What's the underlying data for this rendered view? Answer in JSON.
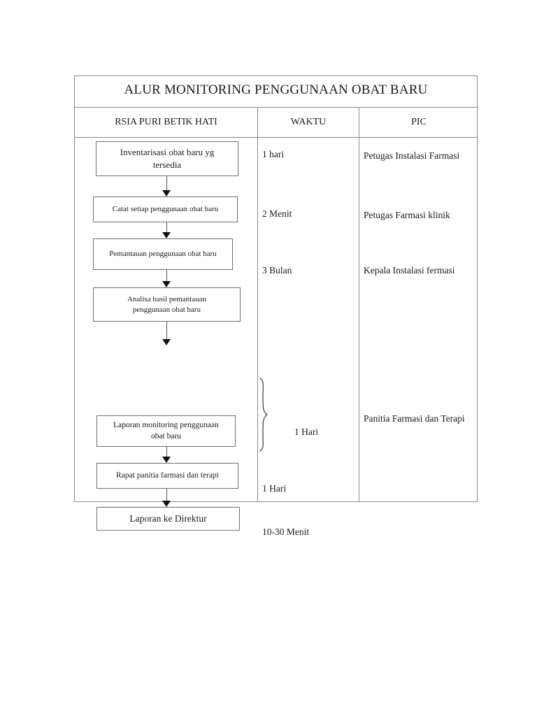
{
  "document": {
    "title": "ALUR MONITORING PENGGUNAAN OBAT BARU",
    "columns": [
      {
        "label": "RSIA PURI BETIK HATI"
      },
      {
        "label": "WAKTU"
      },
      {
        "label": "PIC"
      }
    ]
  },
  "flow": {
    "steps": [
      {
        "id": "step-1",
        "line1": "Inventarisasi obat baru yg",
        "line2": "tersedia"
      },
      {
        "id": "step-2",
        "line1": "Catat setiap penggunaan obat baru",
        "line2": ""
      },
      {
        "id": "step-3",
        "line1": "Pemantauan penggunaan obat baru",
        "line2": ""
      },
      {
        "id": "step-4",
        "line1": "Analisa hasil pemantauan",
        "line2": "penggunaan obat baru"
      },
      {
        "id": "step-5",
        "line1": "Laporan monitoring penggunaan",
        "line2": "obat baru"
      },
      {
        "id": "step-6",
        "line1": "Rapat panitia farmasi dan terapi",
        "line2": ""
      },
      {
        "id": "step-7",
        "line1": "Laporan ke Direktur",
        "line2": ""
      }
    ]
  },
  "waktu": {
    "items": [
      {
        "value": "1 hari"
      },
      {
        "value": "2 Menit"
      },
      {
        "value": "3 Bulan"
      },
      {
        "value": "1 Hari"
      },
      {
        "value": "1 Hari"
      },
      {
        "value": "10-30 Menit"
      }
    ],
    "brace_label": "1 Hari"
  },
  "pic": {
    "items": [
      {
        "value": "Petugas Instalasi Farmasi"
      },
      {
        "value": "Petugas Farmasi klinik"
      },
      {
        "value": "Kepala Instalasi fermasi"
      },
      {
        "line1": "Panitia Farmasi dan",
        "line2": "Terapi"
      }
    ]
  },
  "colors": {
    "border": "#8a8a8a",
    "box_border": "#6e6e6e",
    "text": "#1a1a1a",
    "arrow": "#111111",
    "page_background": "#ffffff"
  }
}
